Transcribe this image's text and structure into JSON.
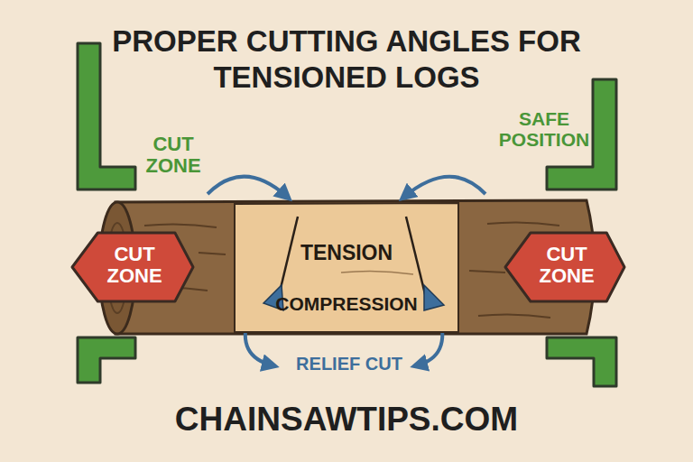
{
  "diagram": {
    "title": "PROPER CUTTING ANGLES FOR TENSIONED LOGS",
    "nodes": [
      {
        "text": [
          "CUT ZONE"
        ]
      },
      {
        "text": [
          "TENSION",
          "COMPRESSION"
        ]
      },
      {
        "text": [
          "CUT ZONE"
        ]
      }
    ],
    "labels": [
      "CUT ZONE",
      "SAFE POSITION",
      "RELIEF CUT",
      "CHAINSAWTIPS.COM"
    ]
  }
}
